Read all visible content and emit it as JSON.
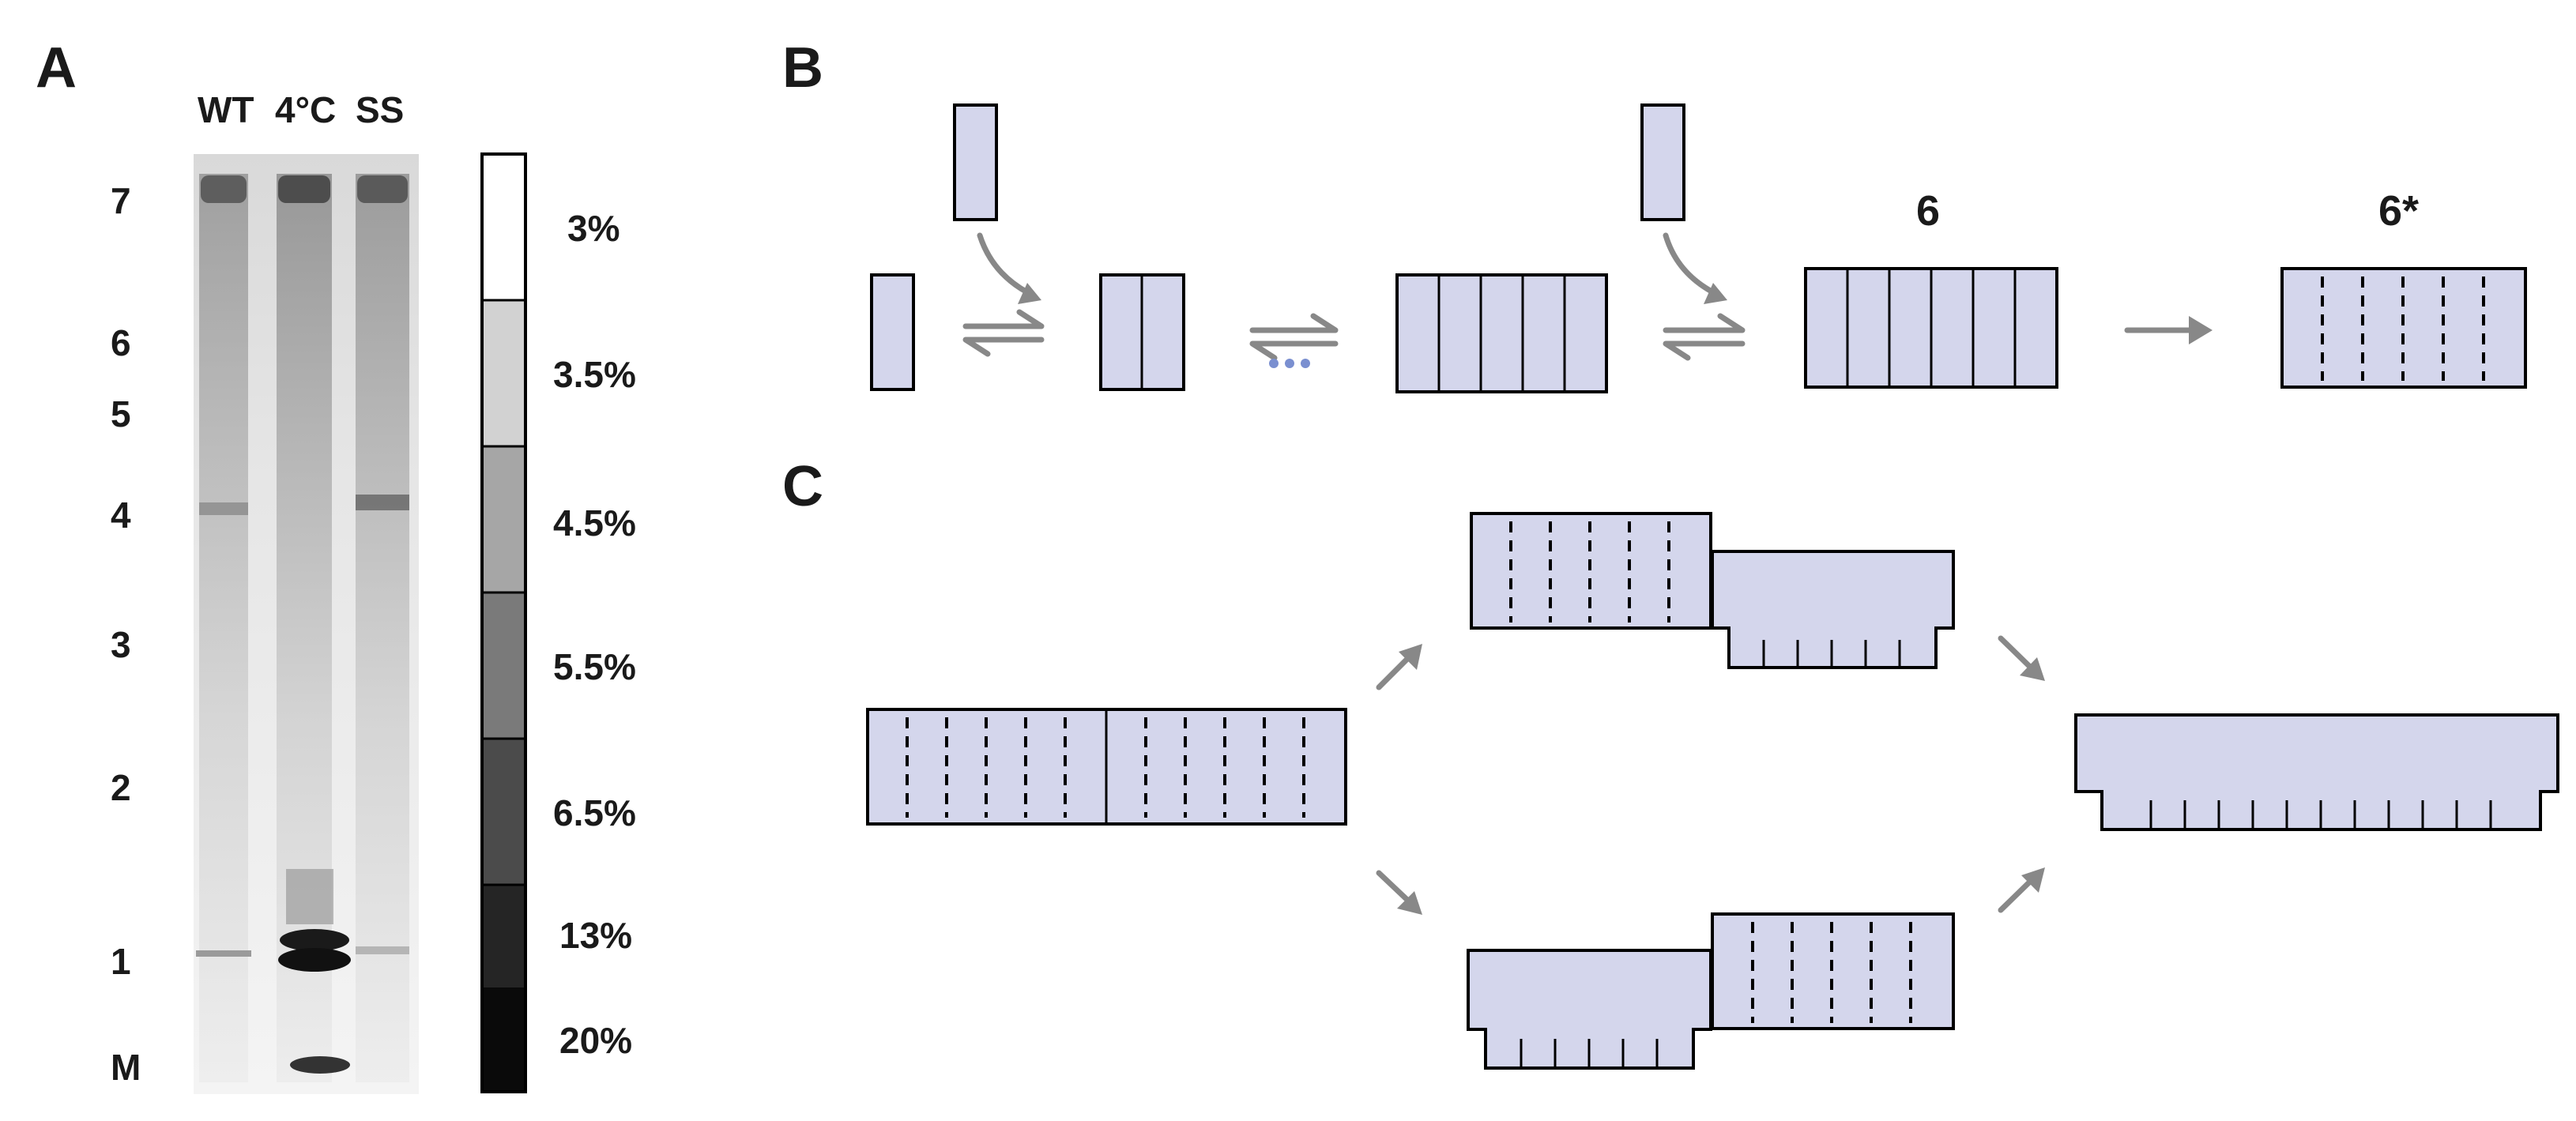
{
  "panels": {
    "a": "A",
    "b": "B",
    "c": "C"
  },
  "gel": {
    "lane_labels": [
      "WT",
      "4°C",
      "SS"
    ],
    "band_labels": [
      "7",
      "6",
      "5",
      "4",
      "3",
      "2",
      "1",
      "M"
    ]
  },
  "gradient": {
    "labels": [
      "3%",
      "3.5%",
      "4.5%",
      "5.5%",
      "6.5%",
      "13%",
      "20%"
    ]
  },
  "scheme_b": {
    "state_6": "6",
    "state_6_star": "6*"
  },
  "colors": {
    "subunit_fill": "#d4d6ec",
    "arrow": "#888888",
    "dots": "#7a8fd0"
  }
}
